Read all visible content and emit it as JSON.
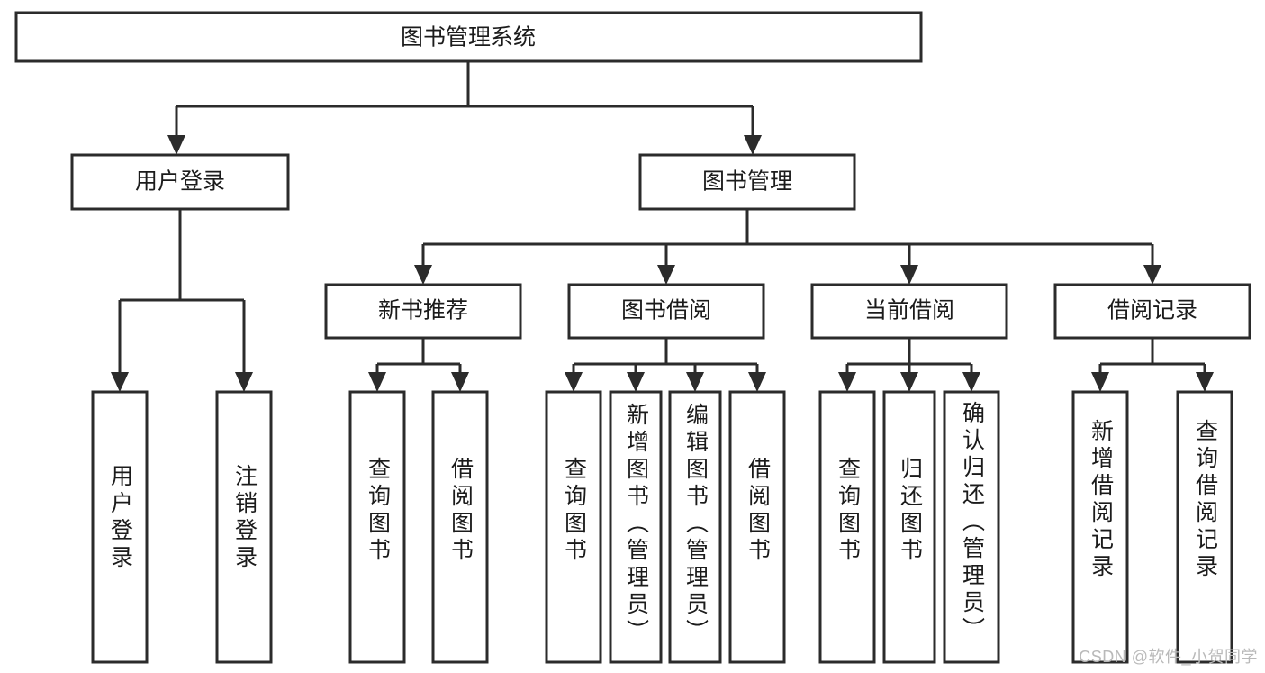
{
  "diagram": {
    "type": "tree",
    "title_node": "图书管理系统",
    "watermark": "CSDN @软件_小贺同学",
    "colors": {
      "background": "#ffffff",
      "box_stroke": "#2b2b2b",
      "box_fill": "#ffffff",
      "text": "#1b1b1b",
      "watermark": "#b9b9b9"
    },
    "levels": {
      "root": {
        "label": "图书管理系统"
      },
      "level2": [
        {
          "label": "用户登录"
        },
        {
          "label": "图书管理"
        }
      ],
      "level3": [
        {
          "label": "新书推荐"
        },
        {
          "label": "图书借阅"
        },
        {
          "label": "当前借阅"
        },
        {
          "label": "借阅记录"
        }
      ],
      "leaves": {
        "user_login": [
          {
            "label": "用户登录"
          },
          {
            "label": "注销登录"
          }
        ],
        "new_book_recommend": [
          {
            "label": "查询图书"
          },
          {
            "label": "借阅图书"
          }
        ],
        "book_borrow": [
          {
            "label": "查询图书"
          },
          {
            "label": "新增图书（管理员）"
          },
          {
            "label": "编辑图书（管理员）"
          },
          {
            "label": "借阅图书"
          }
        ],
        "current_borrow": [
          {
            "label": "查询图书"
          },
          {
            "label": "归还图书"
          },
          {
            "label": "确认归还（管理员）"
          }
        ],
        "borrow_record": [
          {
            "label": "新增借阅记录"
          },
          {
            "label": "查询借阅记录"
          }
        ]
      }
    }
  }
}
